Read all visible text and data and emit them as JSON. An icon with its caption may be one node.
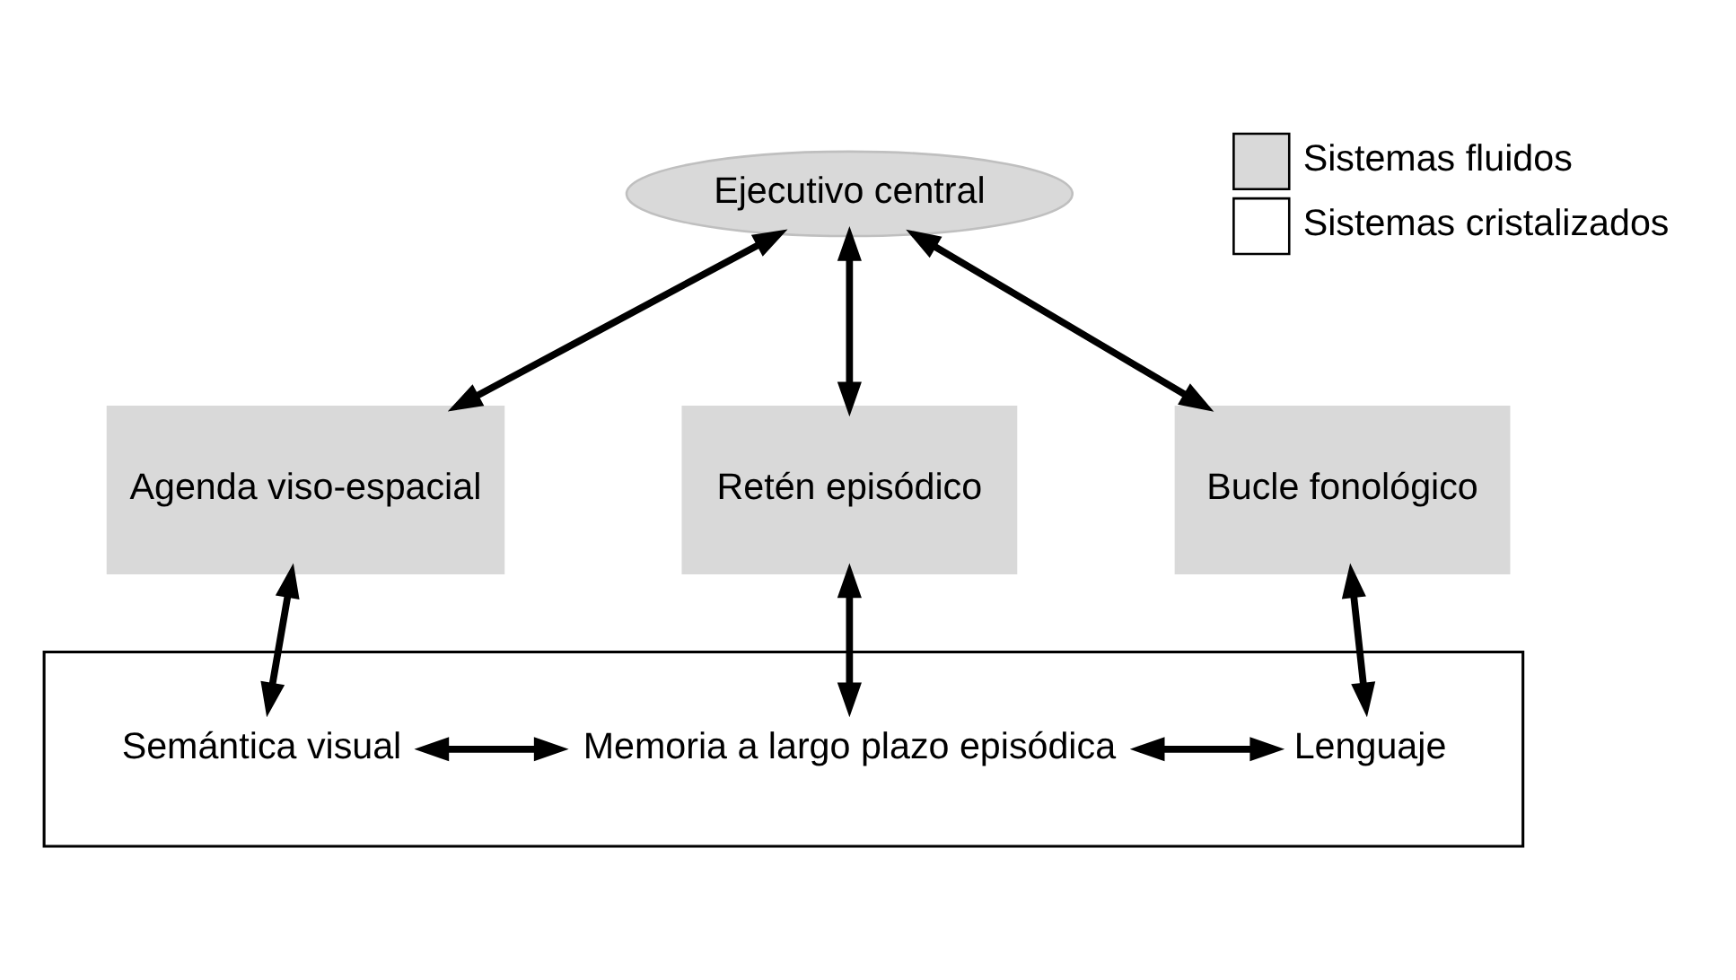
{
  "diagram": {
    "nodes": [
      {
        "text": [
          "Ejecutivo central"
        ]
      },
      {
        "text": [
          "Agenda viso-espacial"
        ]
      },
      {
        "text": [
          "Retén episódico"
        ]
      },
      {
        "text": [
          "Bucle fonológico"
        ]
      },
      {
        "text": [],
        "shape": "box"
      },
      {
        "text": [
          "Semántica visual"
        ],
        "in": 4
      },
      {
        "text": [
          "Memoria a largo plazo episódica"
        ],
        "in": 4
      },
      {
        "text": [
          "Lenguaje"
        ],
        "in": 4
      }
    ],
    "edges": [
      {
        "from": 0,
        "to": 1,
        "arrow": "both"
      },
      {
        "from": 0,
        "to": 2,
        "arrow": "both"
      },
      {
        "from": 0,
        "to": 3,
        "arrow": "both"
      },
      {
        "from": 1,
        "to": 5,
        "arrow": "both"
      },
      {
        "from": 2,
        "to": 6,
        "arrow": "both"
      },
      {
        "from": 3,
        "to": 7,
        "arrow": "both"
      },
      {
        "from": 5,
        "to": 6,
        "arrow": "both"
      },
      {
        "from": 6,
        "to": 7,
        "arrow": "both"
      }
    ],
    "legend": [
      {
        "text": "Sistemas fluidos",
        "color": "#d9d9d9"
      },
      {
        "text": "Sistemas cristalizados",
        "color": "#ffffff"
      }
    ]
  }
}
